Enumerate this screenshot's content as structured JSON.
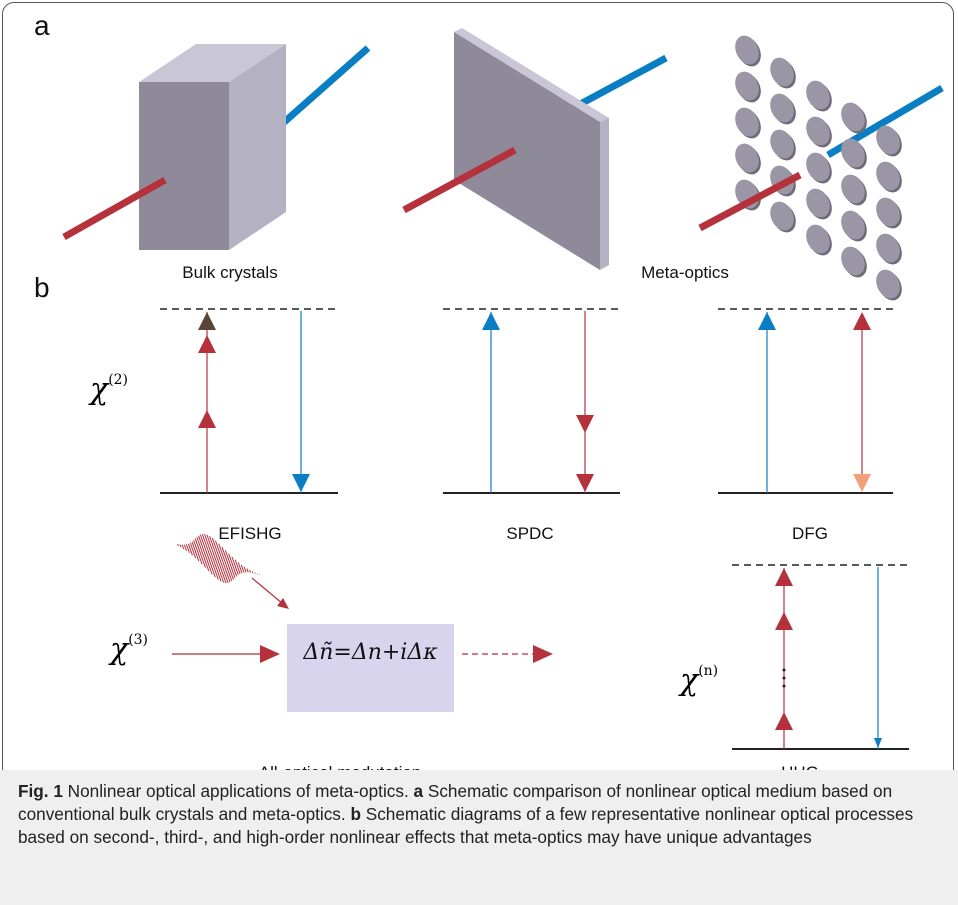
{
  "panels": {
    "a": "a",
    "b": "b"
  },
  "panel_a": {
    "bulk_label": "Bulk crystals",
    "meta_label": "Meta-optics"
  },
  "panel_b": {
    "efishg_label": "EFISHG",
    "spdc_label": "SPDC",
    "dfg_label": "DFG",
    "hhg_label": "HHG",
    "allopt_label": "All-optical modutation",
    "chi2": "χ",
    "chi2_sup": "(2)",
    "chi3": "χ",
    "chi3_sup": "(3)",
    "chin": "χ",
    "chin_sup": "(n)",
    "formula": "Δñ=Δn+iΔκ"
  },
  "caption": {
    "fig": "Fig. 1",
    "title": " Nonlinear optical applications of meta-optics. ",
    "a_bold": "a",
    "a_text": " Schematic comparison of nonlinear optical medium based on conventional bulk crystals and meta-optics. ",
    "b_bold": "b",
    "b_text": " Schematic diagrams of a few representative nonlinear optical processes based on second-, third-, and high-order nonlinear effects that meta-optics may have unique advantages"
  },
  "colors": {
    "red": "#b5323d",
    "blue": "#0a7ec2",
    "salmon": "#f0a07a",
    "brown": "#5a4636",
    "cube_front": "#8e8a99",
    "cube_top": "#c9c6d6",
    "cube_side": "#b4b1c2",
    "modulator_box": "#d9d4ee"
  }
}
